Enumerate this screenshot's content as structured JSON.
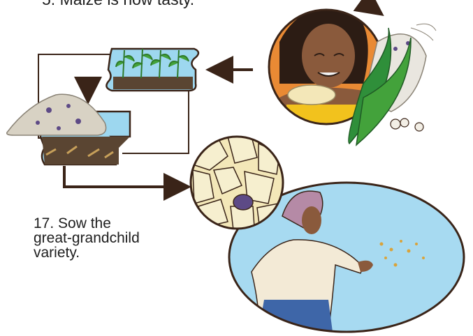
{
  "captions": {
    "top_partial": "5. Maize is now tasty.",
    "step17": {
      "line1": "17. Sow the",
      "line2": "great-grandchild",
      "line3": "variety."
    }
  },
  "colors": {
    "sky": "#8fd0ef",
    "soil": "#5a4532",
    "leaf_green": "#43a23b",
    "husk_green": "#2f8f3a",
    "skin": "#8a5a3c",
    "sunset_orange": "#f0a040",
    "kernel_cream": "#f3e7b8",
    "arrow_brown": "#3a2418"
  },
  "icons": [
    "maize-plant-icon",
    "arrow-icon",
    "seed-pile-icon",
    "maize-cob-icon",
    "kernel-closeup-icon",
    "farmer-icon"
  ]
}
